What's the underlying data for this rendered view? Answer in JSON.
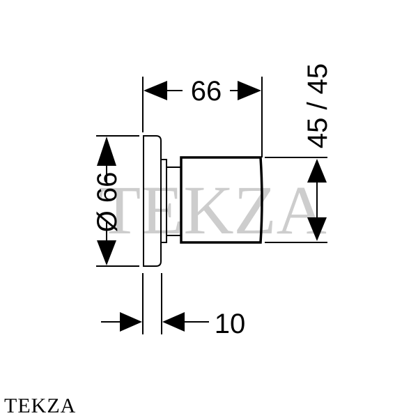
{
  "dimensions": {
    "width_top": "66",
    "diameter": "Ø 66",
    "depth_range": "45 / 45",
    "flange_depth": "10"
  },
  "watermark": "TEKZA",
  "brand_label": "TEKZA"
}
